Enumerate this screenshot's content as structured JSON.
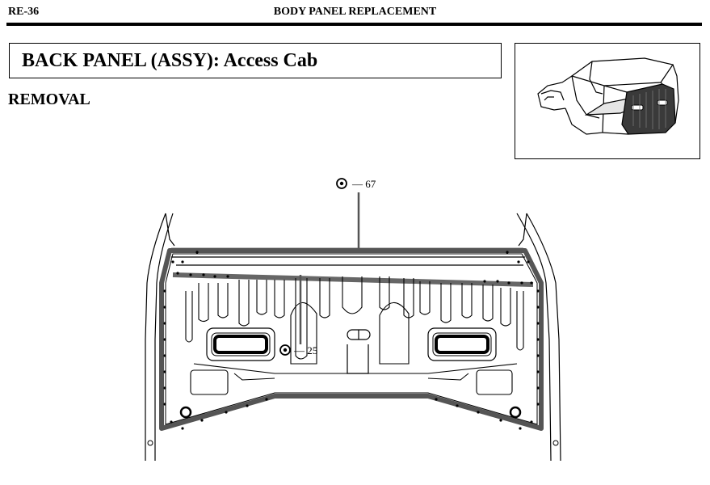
{
  "header": {
    "page_code": "RE-36",
    "section_title": "BODY PANEL REPLACEMENT"
  },
  "title": "BACK PANEL (ASSY): Access Cab",
  "subheading": "REMOVAL",
  "illustration": {
    "callouts": [
      {
        "label": "— 67",
        "icon": "spot-weld-icon"
      },
      {
        "label": "— 25",
        "icon": "spot-weld-icon"
      }
    ]
  }
}
